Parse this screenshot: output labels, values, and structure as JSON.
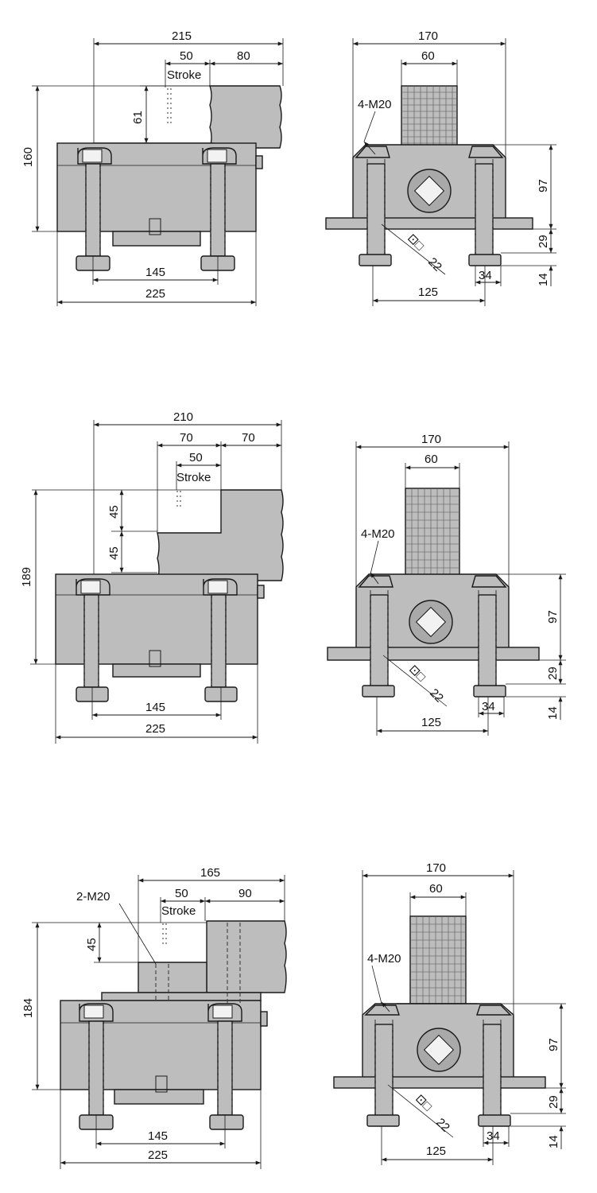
{
  "views": {
    "top_side": {
      "width_total": "215",
      "stroke_value": "50",
      "right_part": "80",
      "stroke_label": "Stroke",
      "jaw_height": "61",
      "height_total": "160",
      "bolt_spacing": "145",
      "base_width": "225"
    },
    "top_front": {
      "width_total": "170",
      "jaw_width": "60",
      "thread_label": "4-M20",
      "height_97": "97",
      "height_29": "29",
      "height_14": "14",
      "foot_width": "34",
      "foot_spacing": "125",
      "square_label": "22"
    },
    "mid_side": {
      "width_total": "210",
      "left_part": "70",
      "right_part": "70",
      "stroke_value": "50",
      "stroke_label": "Stroke",
      "jaw_upper": "45",
      "jaw_lower": "45",
      "height_total": "189",
      "bolt_spacing": "145",
      "base_width": "225"
    },
    "mid_front": {
      "width_total": "170",
      "jaw_width": "60",
      "thread_label": "4-M20",
      "height_97": "97",
      "height_29": "29",
      "height_14": "14",
      "foot_width": "34",
      "foot_spacing": "125",
      "square_label": "22"
    },
    "bot_side": {
      "width_total": "165",
      "stroke_value": "50",
      "right_part": "90",
      "stroke_label": "Stroke",
      "thread_label": "2-M20",
      "jaw_height": "45",
      "height_total": "184",
      "bolt_spacing": "145",
      "base_width": "225"
    },
    "bot_front": {
      "width_total": "170",
      "jaw_width": "60",
      "thread_label": "4-M20",
      "height_97": "97",
      "height_29": "29",
      "height_14": "14",
      "foot_width": "34",
      "foot_spacing": "125",
      "square_label": "22"
    }
  }
}
